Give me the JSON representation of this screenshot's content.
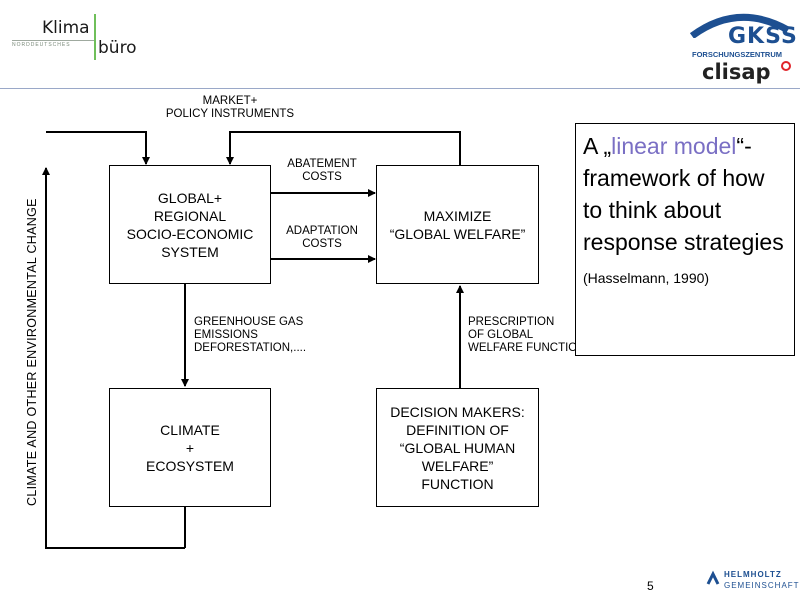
{
  "logos": {
    "klima_line1": "Klima",
    "klima_sub": "NORDDEUTSCHES",
    "klima_line2": "büro",
    "gkss": "GKSS",
    "gkss_sub": "FORSCHUNGSZENTRUM",
    "clisap": "clisap",
    "helmholtz_line1": "HELMHOLTZ",
    "helmholtz_line2": "GEMEINSCHAFT",
    "colors": {
      "brand_blue": "#1d4f91",
      "clisap_accent": "#e0242a"
    }
  },
  "diagram": {
    "boxes": {
      "socio": "GLOBAL+\nREGIONAL\nSOCIO-ECONOMIC\nSYSTEM",
      "welfare": "MAXIMIZE\n“GLOBAL WELFARE”",
      "climate": "CLIMATE\n+\nECOSYSTEM",
      "decision": "DECISION MAKERS:\nDEFINITION OF\n“GLOBAL HUMAN\nWELFARE”\nFUNCTION"
    },
    "labels": {
      "market": "MARKET+\nPOLICY INSTRUMENTS",
      "abatement": "ABATEMENT\nCOSTS",
      "adaptation": "ADAPTATION\nCOSTS",
      "greenhouse": "GREENHOUSE GAS\nEMISSIONS\nDEFORESTATION,....",
      "prescription": "PRESCRIPTION\nOF GLOBAL\nWELFARE FUNCTION",
      "climate_change": "CLIMATE AND OTHER ENVIRONMENTAL CHANGE"
    }
  },
  "callout": {
    "prefix": "A „",
    "accent": "linear model",
    "rest": "“-framework of how to think about response strategies",
    "citation": "(Hasselmann, 1990)"
  },
  "page_number": "5"
}
